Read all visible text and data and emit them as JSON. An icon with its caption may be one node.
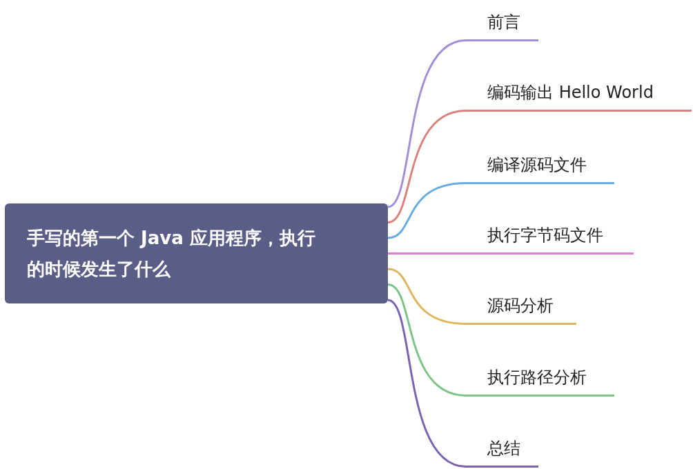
{
  "diagram": {
    "nodes": [
      {
        "text": [
          "手写的第一个 Java 应用程序，执行的时候发生了什么"
        ]
      },
      {
        "text": [
          "前言"
        ]
      },
      {
        "text": [
          "编码输出 Hello World"
        ]
      },
      {
        "text": [
          "编译源码文件"
        ]
      },
      {
        "text": [
          "执行字节码文件"
        ]
      },
      {
        "text": [
          "源码分析"
        ]
      },
      {
        "text": [
          "执行路径分析"
        ]
      },
      {
        "text": [
          "总结"
        ]
      }
    ],
    "edges": [
      {
        "from": 0,
        "to": 1,
        "arrow": "none",
        "color": "#a38fd6"
      },
      {
        "from": 0,
        "to": 2,
        "arrow": "none",
        "color": "#d9837f"
      },
      {
        "from": 0,
        "to": 3,
        "arrow": "none",
        "color": "#6aaee0"
      },
      {
        "from": 0,
        "to": 4,
        "arrow": "none",
        "color": "#e07fcf"
      },
      {
        "from": 0,
        "to": 5,
        "arrow": "none",
        "color": "#e0b760"
      },
      {
        "from": 0,
        "to": 6,
        "arrow": "none",
        "color": "#7cc487"
      },
      {
        "from": 0,
        "to": 7,
        "arrow": "none",
        "color": "#7a64b0"
      }
    ]
  }
}
